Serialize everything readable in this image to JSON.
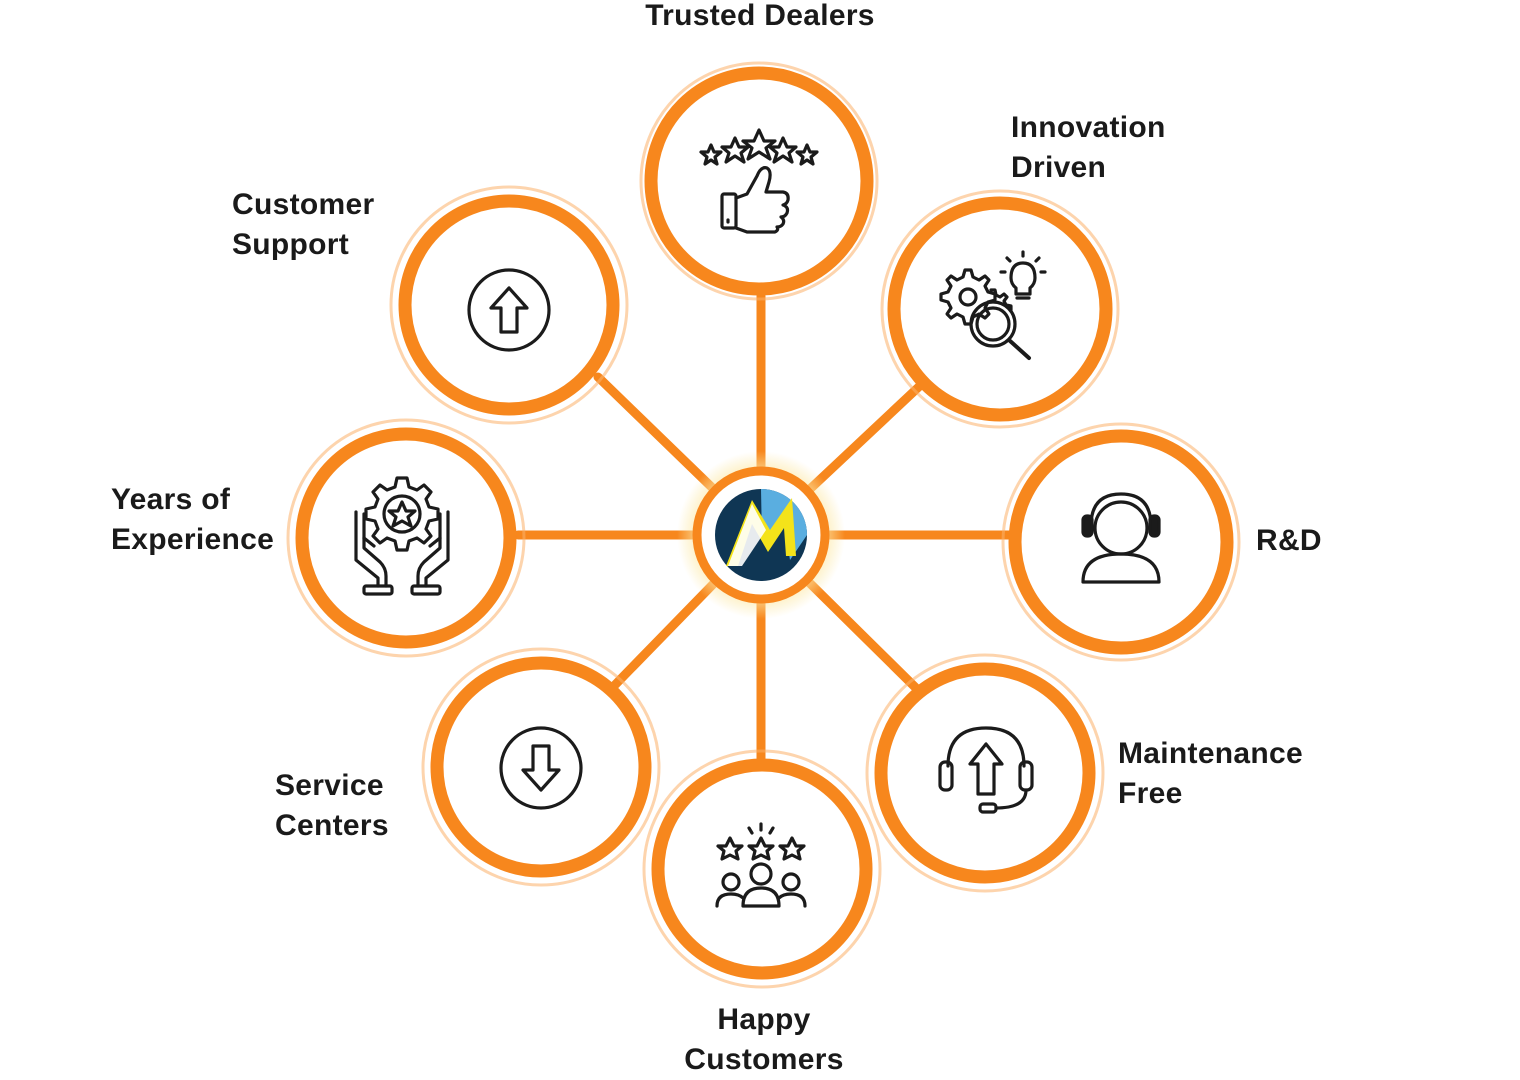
{
  "colors": {
    "accent": "#f7871d",
    "logo_dark": "#0f3654",
    "logo_light": "#5aaee0",
    "logo_bolt": "#f4e31a"
  },
  "center": {
    "logo_icon": "brand-m-logo-icon"
  },
  "nodes": [
    {
      "label": "Trusted Dealers",
      "icon": "thumbs-up-stars-icon"
    },
    {
      "label": "Innovation\nDriven",
      "icon": "gears-bulb-magnifier-icon"
    },
    {
      "label": "R&D",
      "icon": "headset-user-icon"
    },
    {
      "label": "Maintenance\nFree",
      "icon": "headset-upload-icon"
    },
    {
      "label": "Happy\nCustomers",
      "icon": "customers-stars-icon"
    },
    {
      "label": "Service\nCenters",
      "icon": "arrow-down-circle-icon"
    },
    {
      "label": "Years of\nExperience",
      "icon": "hands-gear-star-icon"
    },
    {
      "label": "Customer\nSupport",
      "icon": "arrow-up-circle-icon"
    }
  ]
}
